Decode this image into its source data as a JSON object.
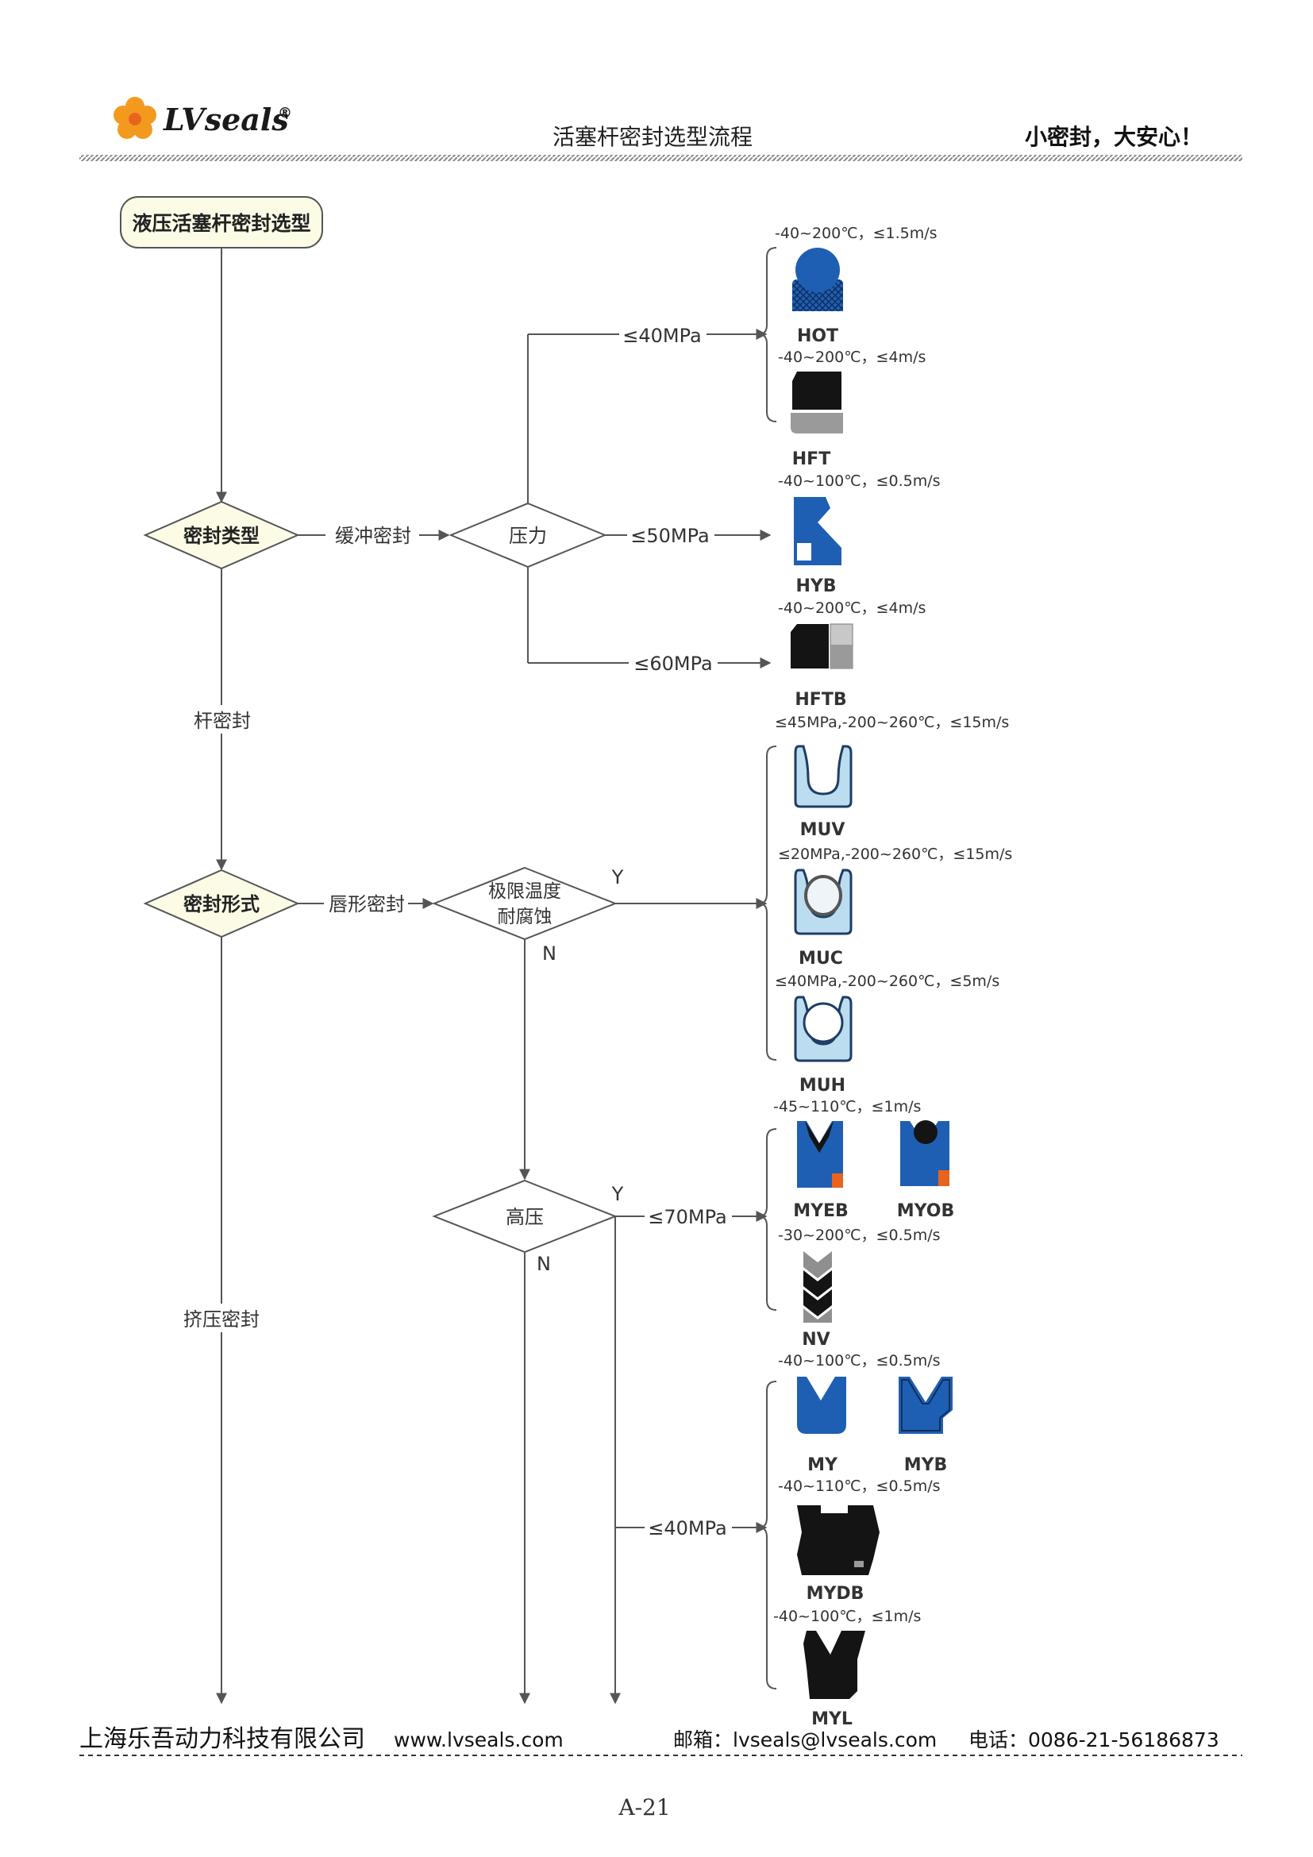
{
  "header": {
    "brand": "LVseals",
    "brand_mark": "®",
    "title": "活塞杆密封选型流程",
    "slogan": "小密封，大安心！"
  },
  "flow": {
    "start": "液压活塞杆密封选型",
    "decision_seal_type": "密封类型",
    "edge_buffer": "缓冲密封",
    "decision_pressure": "压力",
    "p40": "≤40MPa",
    "p50": "≤50MPa",
    "p60": "≤60MPa",
    "edge_rod": "杆密封",
    "decision_seal_form": "密封形式",
    "edge_lip": "唇形密封",
    "decision_extreme_line1": "极限温度",
    "decision_extreme_line2": "耐腐蚀",
    "yes": "Y",
    "no": "N",
    "decision_high_pressure": "高压",
    "p70": "≤70MPa",
    "p40b": "≤40MPa",
    "edge_squeeze": "挤压密封"
  },
  "products": [
    {
      "code": "HOT",
      "spec": "-40~200℃，≤1.5m/s"
    },
    {
      "code": "HFT",
      "spec": "-40~200℃，≤4m/s"
    },
    {
      "code": "HYB",
      "spec": "-40~100℃，≤0.5m/s"
    },
    {
      "code": "HFTB",
      "spec": "-40~200℃，≤4m/s"
    },
    {
      "code": "MUV",
      "spec": "≤45MPa,-200~260℃，≤15m/s"
    },
    {
      "code": "MUC",
      "spec": "≤20MPa,-200~260℃，≤15m/s"
    },
    {
      "code": "MUH",
      "spec": "≤40MPa,-200~260℃，≤5m/s"
    },
    {
      "code": "MYEB",
      "spec": "-45~110℃，≤1m/s"
    },
    {
      "code": "MYOB",
      "spec": ""
    },
    {
      "code": "NV",
      "spec": "-30~200℃，≤0.5m/s"
    },
    {
      "code": "MY",
      "spec": "-40~100℃，≤0.5m/s"
    },
    {
      "code": "MYB",
      "spec": ""
    },
    {
      "code": "MYDB",
      "spec": "-40~110℃，≤0.5m/s"
    },
    {
      "code": "MYL",
      "spec": "-40~100℃，≤1m/s"
    }
  ],
  "footer": {
    "company": "上海乐吾动力科技有限公司",
    "website": "www.lvseals.com",
    "email": "邮箱：lvseals@lvseals.com",
    "phone": "电话：0086-21-56186873",
    "page_number": "A-21"
  },
  "colors": {
    "seal_blue": "#1f5fb3",
    "seal_light_blue": "#bcdcf0",
    "seal_black": "#141414",
    "accent_orange": "#e8641e",
    "logo_orange": "#f39a1e",
    "decision_fill": "#fbfbe6"
  }
}
